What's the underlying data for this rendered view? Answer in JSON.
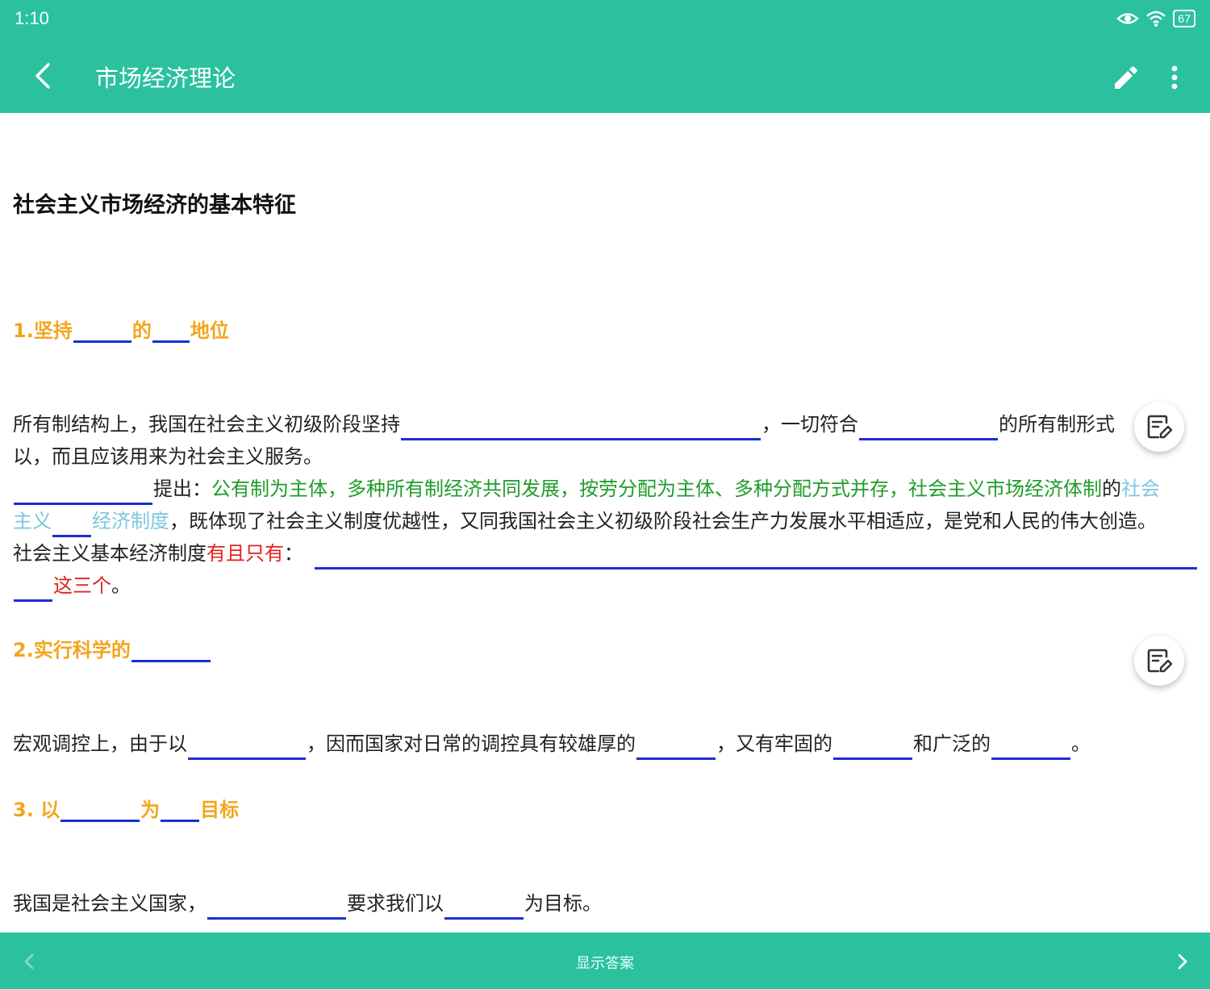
{
  "status": {
    "time": "1:10",
    "battery": "67"
  },
  "header": {
    "title": "市场经济理论"
  },
  "content": {
    "heading": "社会主义市场经济的基本特征",
    "s1": {
      "a": "1.坚持",
      "b": "的",
      "c": "地位"
    },
    "p1": {
      "l1a": "所有制结构上，我国在社会主义初级阶段坚持",
      "l1b": "，一切符合",
      "l1c": "的所有制形式",
      "l2": "以，而且应该用来为社会主义服务。",
      "l3a": "提出：",
      "l3b": "公有制为主体，多种所有制经济共同发展，按劳分配为主体、多种分配方式并存，社会主义市场经济体制",
      "l3c": "的",
      "l3d": "社会",
      "l4a": "主义",
      "l4b": "经济制度",
      "l4c": "，既体现了社会主义制度优越性，又同我国社会主义初级阶段社会生产力发展水平相适应，是党和人民的伟大创造。",
      "l5a": "社会主义基本经济制度",
      "l5b": "有且只有",
      "l5c": "：",
      "l6a": "这三个",
      "l6b": "。"
    },
    "s2": {
      "a": "2.实行科学的"
    },
    "p2": {
      "a": "宏观调控上，由于以",
      "b": "，因而国家对日常的调控具有较雄厚的",
      "c": "，又有牢固的",
      "d": "和广泛的",
      "e": "。"
    },
    "s3": {
      "a": "3. 以",
      "b": "为",
      "c": "目标"
    },
    "p3": {
      "a": "我国是社会主义国家，",
      "b": "要求我们以",
      "c": "为目标。"
    }
  },
  "footer": {
    "show_answer": "显示答案"
  },
  "icons": {
    "back": "chevron-left-icon",
    "edit": "pencil-icon",
    "more": "more-vertical-icon",
    "note": "note-edit-icon",
    "prev": "chevron-left-icon",
    "next": "chevron-right-icon",
    "eye": "eye-icon",
    "wifi": "wifi-icon",
    "battery": "battery-icon"
  },
  "colors": {
    "primary": "#2bc19f",
    "section": "#f3a51d",
    "blank": "#1a2fd1",
    "answer_green": "#1f9c2a",
    "answer_blue": "#7ec6e0",
    "emphasis_red": "#e0241b"
  }
}
